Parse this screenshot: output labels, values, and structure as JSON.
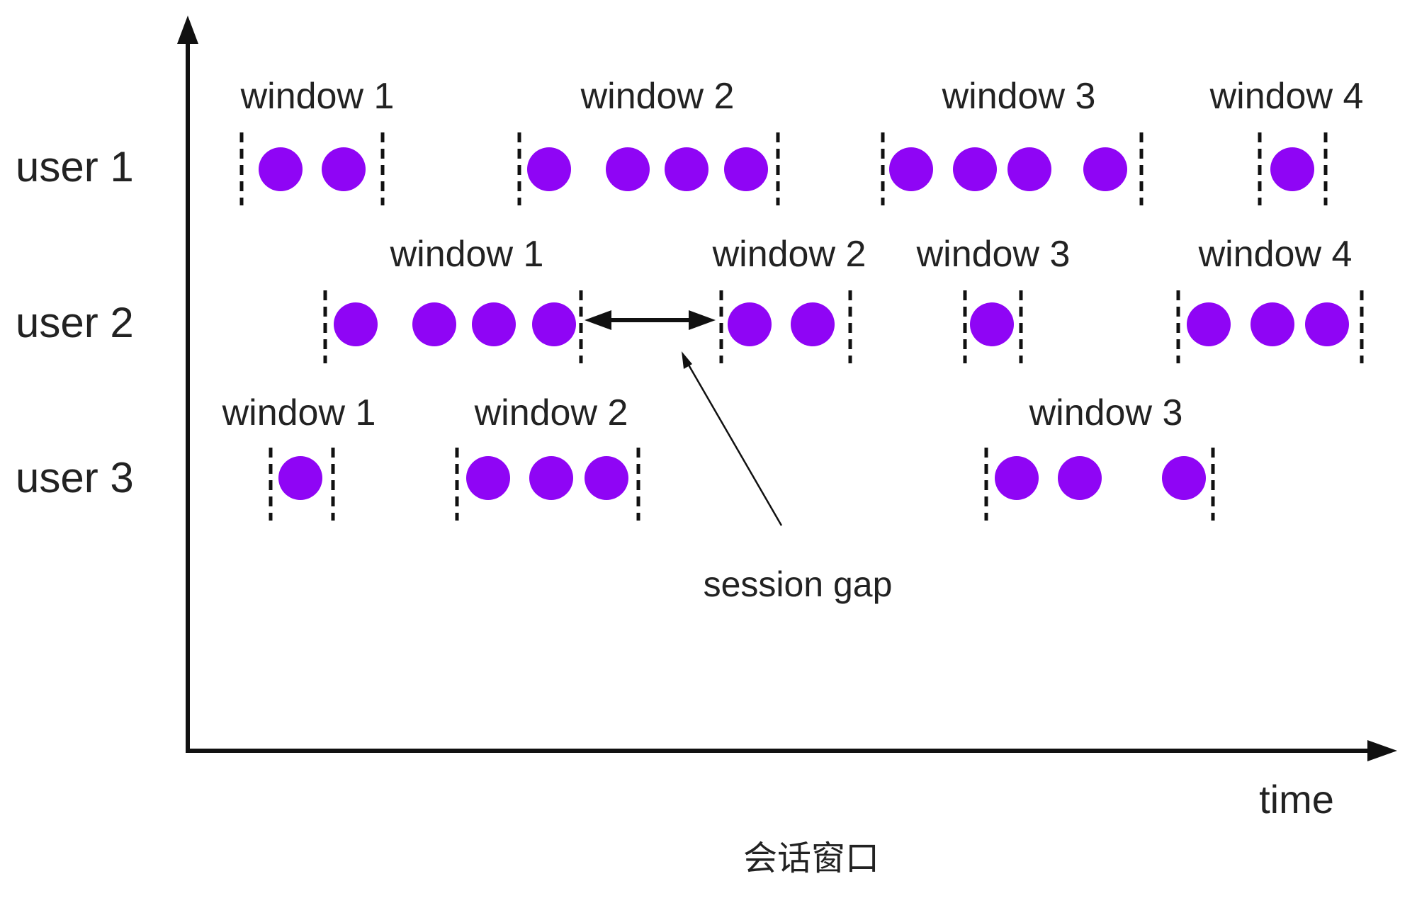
{
  "axes": {
    "x_label": "time"
  },
  "caption": "会话窗口",
  "annotation": {
    "label": "session gap"
  },
  "colors": {
    "event": "#8f05f5",
    "line": "#111111"
  },
  "rows": [
    {
      "label": "user 1",
      "windows": [
        {
          "label": "window 1",
          "events": 2
        },
        {
          "label": "window 2",
          "events": 4
        },
        {
          "label": "window 3",
          "events": 4
        },
        {
          "label": "window 4",
          "events": 1
        }
      ]
    },
    {
      "label": "user 2",
      "windows": [
        {
          "label": "window 1",
          "events": 4
        },
        {
          "label": "window 2",
          "events": 2
        },
        {
          "label": "window 3",
          "events": 1
        },
        {
          "label": "window 4",
          "events": 3
        }
      ]
    },
    {
      "label": "user 3",
      "windows": [
        {
          "label": "window 1",
          "events": 1
        },
        {
          "label": "window 2",
          "events": 3
        },
        {
          "label": "window 3",
          "events": 3
        }
      ]
    }
  ]
}
